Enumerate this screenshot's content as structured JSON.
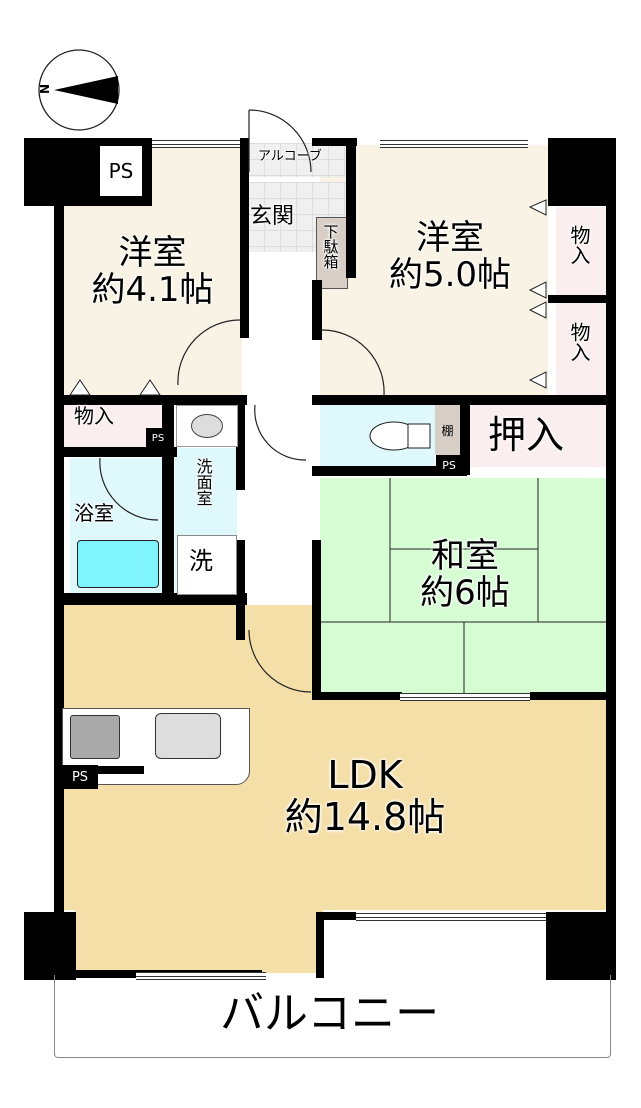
{
  "compass": {
    "north_label": "N"
  },
  "rooms": {
    "western_room_1": {
      "name": "洋室",
      "size": "約4.1帖"
    },
    "western_room_2": {
      "name": "洋室",
      "size": "約5.0帖"
    },
    "japanese_room": {
      "name": "和室",
      "size": "約6帖"
    },
    "ldk": {
      "name": "LDK",
      "size": "約14.8帖"
    },
    "entrance": {
      "name": "玄関"
    },
    "alcove": {
      "name": "アルコーブ"
    },
    "shoe_box": {
      "name": "下駄箱"
    },
    "bathroom": {
      "name": "浴室"
    },
    "washroom": {
      "name": "洗面室"
    },
    "washer": {
      "name": "洗"
    },
    "storage_1": {
      "name": "物入"
    },
    "storage_2": {
      "name": "物入"
    },
    "storage_3": {
      "name": "物入"
    },
    "closet": {
      "name": "押入"
    },
    "shelf": {
      "name": "棚"
    },
    "balcony": {
      "name": "バルコニー"
    }
  },
  "pipe_spaces": [
    "PS",
    "PS",
    "PS",
    "PS"
  ],
  "colors": {
    "western": "#f8f3e4",
    "ldk": "#f5dfa8",
    "japanese": "#d6fcd4",
    "wet": "#dff8fc",
    "tub": "#80f4fc",
    "storage": "#fbeeee",
    "shoe_box": "#d7cfc6",
    "entrance_tile": "#f0f0f0"
  }
}
